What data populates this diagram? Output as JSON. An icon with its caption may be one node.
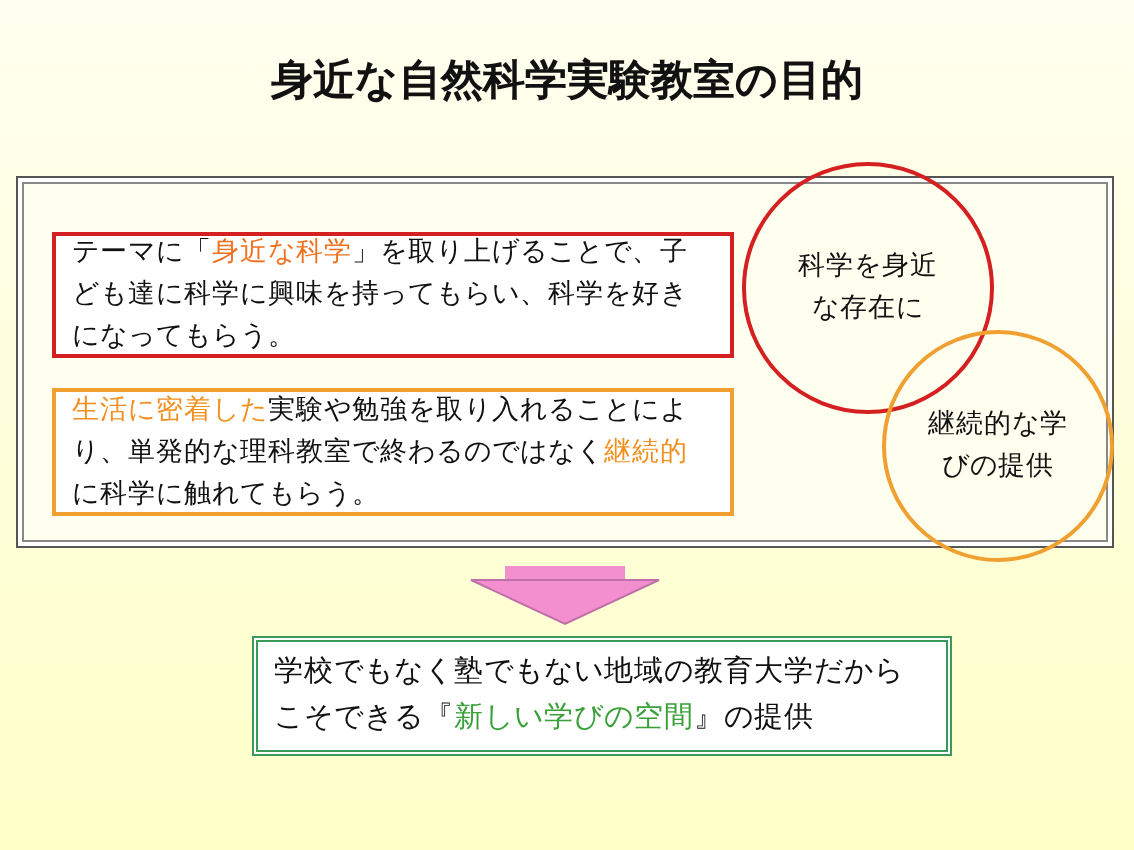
{
  "diagram": {
    "title": "身近な自然科学実験教室の目的",
    "nodes": [
      {
        "text": [],
        "shape": "box"
      },
      {
        "text": [
          "テーマに「**身近な科学**」を取り上げることで、子ども達に科学に興味を持ってもらい、科学を好きになってもらう。"
        ],
        "in": 0
      },
      {
        "text": [
          "**生活に密着した**実験や勉強を取り入れることにより、単発的な理科教室で終わるのではなく**継続的**に科学に触れてもらう。"
        ],
        "in": 0
      },
      {
        "text": [
          "科学を身近な存在に"
        ],
        "in": 0
      },
      {
        "text": [
          "継続的な学びの提供"
        ],
        "in": 0
      },
      {
        "text": [
          "学校でもなく塾でもない地域の教育大学だからこそできる『**新しい学びの空間**』の提供"
        ]
      }
    ],
    "edges": [
      {
        "from": 0,
        "to": 5,
        "arrow": "to",
        "color": "#f48fcf"
      }
    ]
  }
}
